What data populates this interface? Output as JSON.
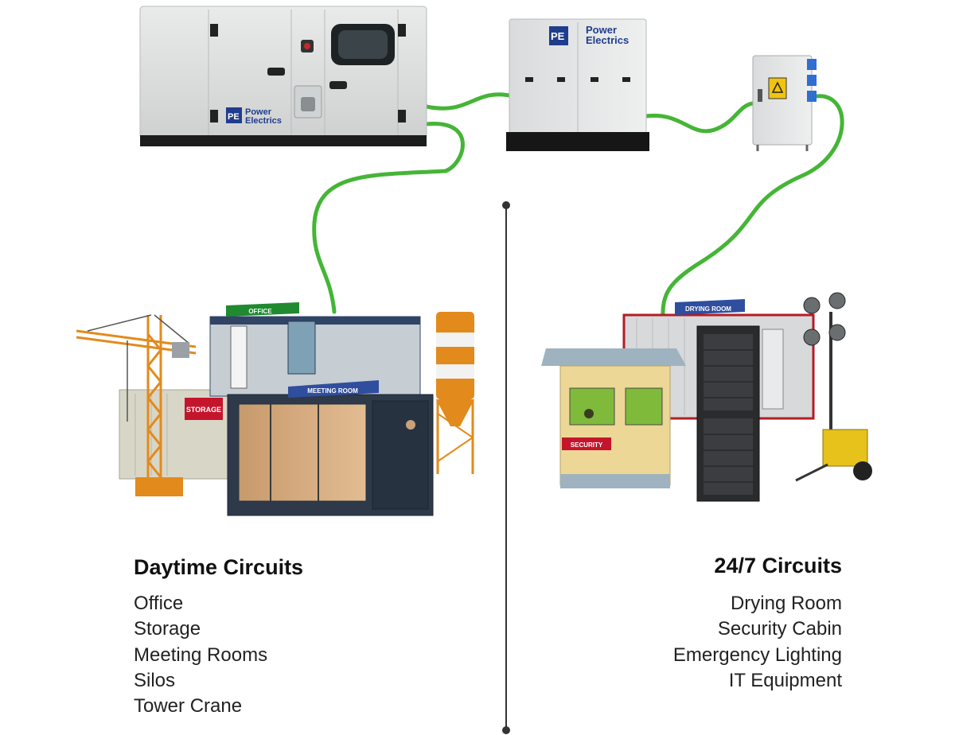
{
  "brand": {
    "name_line1": "Power",
    "name_line2": "Electrics",
    "logo_text": "PE"
  },
  "colors": {
    "cable": "#45b536",
    "divider": "#333333",
    "label_blue": "#2f4e9e",
    "label_green": "#1f8a2f",
    "label_red": "#c4152d"
  },
  "equipment": {
    "generator": "generator",
    "controller": "power-controller",
    "distribution_box": "distribution-box"
  },
  "site_labels": {
    "office": "OFFICE",
    "meeting_room": "MEETING ROOM",
    "storage": "STORAGE",
    "drying_room": "DRYING ROOM",
    "security": "SECURITY"
  },
  "daytime": {
    "title": "Daytime Circuits",
    "items": [
      "Office",
      "Storage",
      "Meeting Rooms",
      "Silos",
      "Tower Crane"
    ]
  },
  "always_on": {
    "title": "24/7 Circuits",
    "items": [
      "Drying Room",
      "Security Cabin",
      "Emergency Lighting",
      "IT Equipment"
    ]
  }
}
